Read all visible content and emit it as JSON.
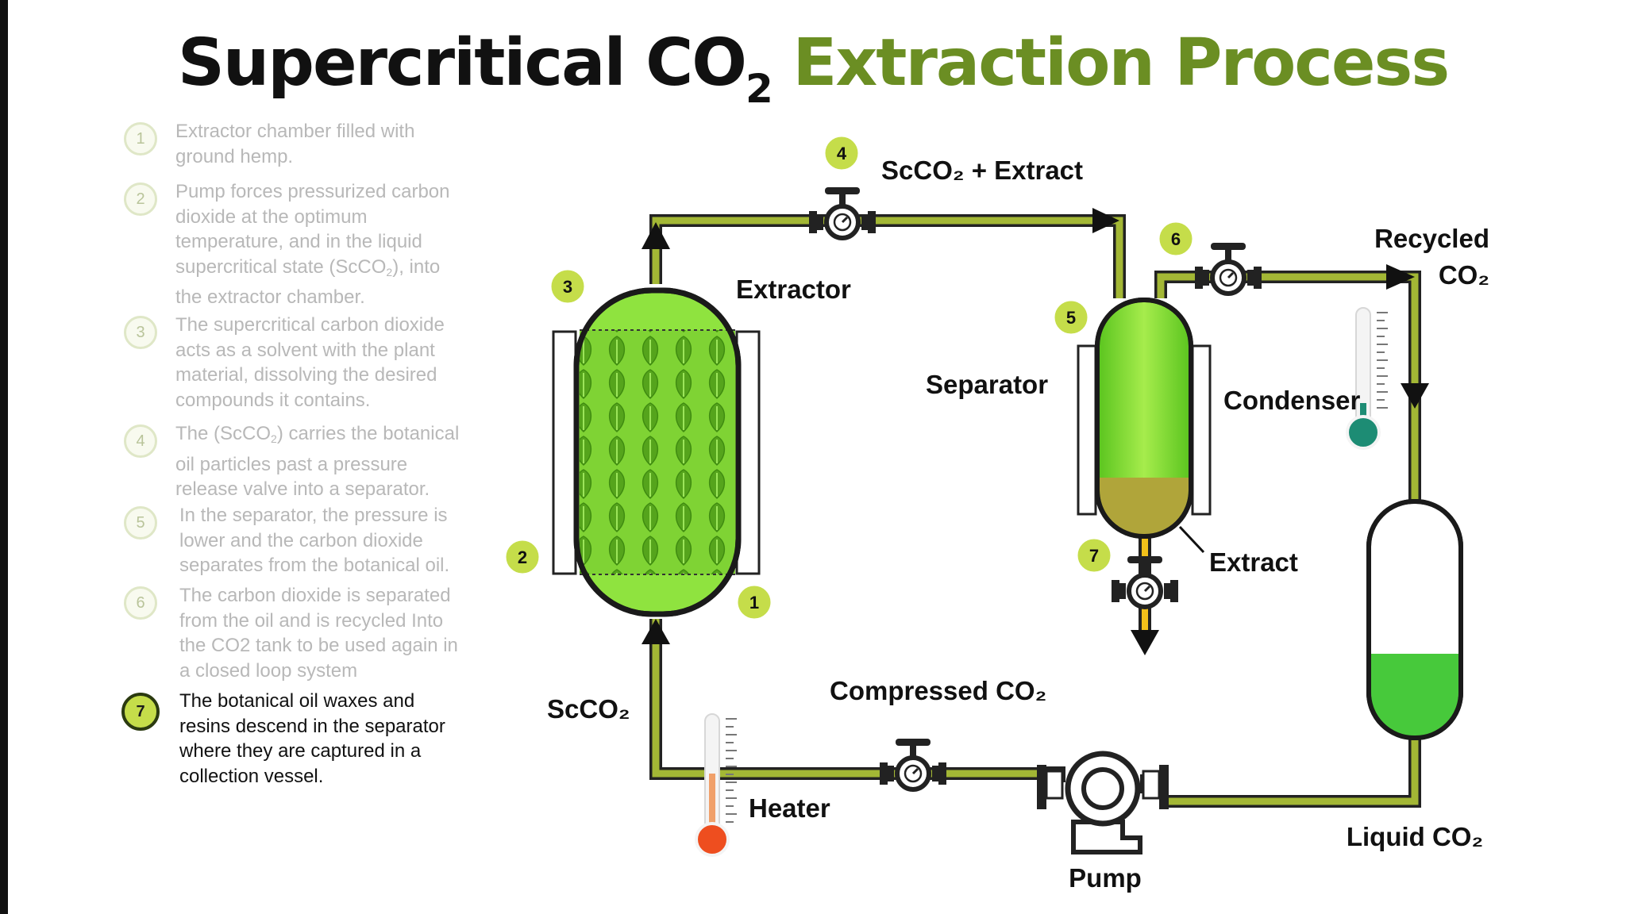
{
  "title": {
    "part1": "Supercritical CO",
    "subscript": "2",
    "part2": "Extraction Process"
  },
  "steps": [
    {
      "num": "1",
      "lines": [
        "Extractor chamber filled with",
        "ground hemp."
      ]
    },
    {
      "num": "2",
      "lines": [
        "Pump forces pressurized carbon",
        "dioxide at the optimum",
        "temperature, and in the liquid",
        "supercritical state (ScCO|2|), into",
        "the extractor chamber."
      ]
    },
    {
      "num": "3",
      "lines": [
        "The supercritical carbon dioxide",
        "acts as a solvent with the plant",
        "material, dissolving the desired",
        "compounds it contains."
      ]
    },
    {
      "num": "4",
      "lines": [
        "The (ScCO|2|) carries the botanical",
        "oil particles past a pressure",
        "release valve into a separator."
      ]
    },
    {
      "num": "5",
      "lines": [
        "In the separator, the pressure is",
        "lower and the carbon dioxide",
        "separates from the botanical oil."
      ]
    },
    {
      "num": "6",
      "lines": [
        "The carbon dioxide is separated",
        "from the oil and is recycled  Into",
        "the CO2 tank to be used again in",
        "a closed loop system"
      ]
    },
    {
      "num": "7",
      "lines": [
        "The botanical oil waxes and",
        "resins descend in the separator",
        "where they are captured in a",
        "collection vessel."
      ],
      "active": true
    }
  ],
  "labels": {
    "scco2_extract": "ScCO₂ + Extract",
    "extractor": "Extractor",
    "separator": "Separator",
    "recycled": "Recycled",
    "recycled_co2": "CO₂",
    "condenser": "Condenser",
    "extract": "Extract",
    "compressed": "Compressed CO₂",
    "scco2": "ScCO₂",
    "heater": "Heater",
    "pump": "Pump",
    "liquid_co2": "Liquid CO₂"
  },
  "markers": [
    "1",
    "2",
    "3",
    "4",
    "5",
    "6",
    "7"
  ],
  "colors": {
    "title_green": "#6b8e23",
    "pipe_green": "#a3b735",
    "marker_fill": "#c5dd4a",
    "leaf_green": "#8cd43a",
    "extract_olive": "#b0a53a",
    "thermo_red": "#ee4e1f",
    "thermo_teal": "#1d8c74"
  },
  "icons": [
    "valve-icon",
    "pump-icon",
    "thermometer-icon",
    "leaf-icon",
    "flow-arrow-icon"
  ]
}
